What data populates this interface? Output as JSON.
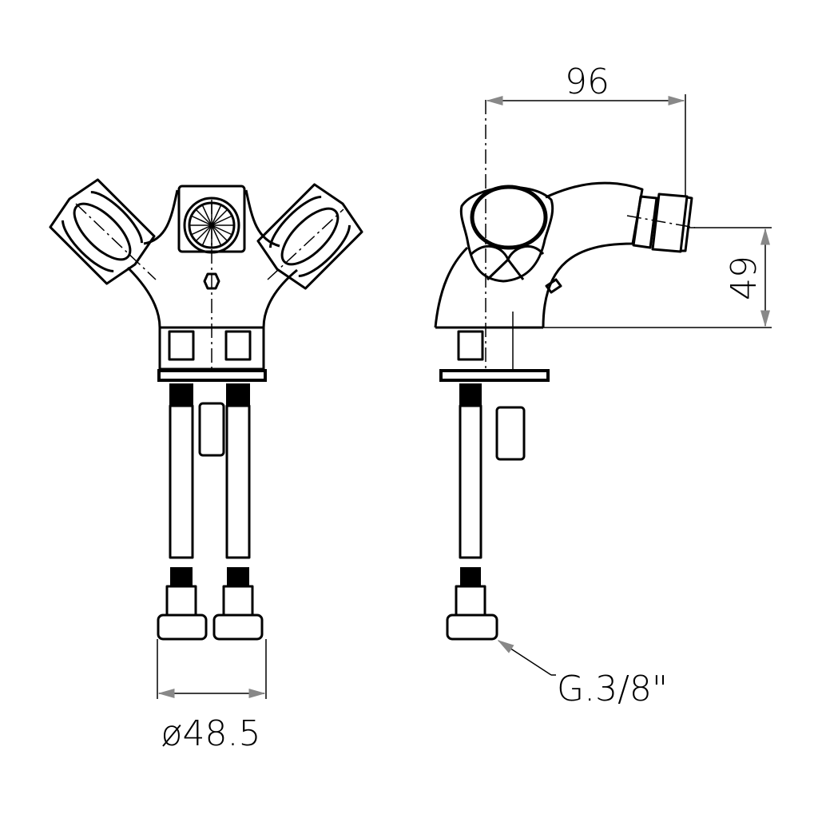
{
  "drawing": {
    "front_view": {
      "diameter_label": "ø48.5"
    },
    "side_view": {
      "width_label": "96",
      "height_label": "49",
      "thread_label": "G.3/8\""
    }
  }
}
